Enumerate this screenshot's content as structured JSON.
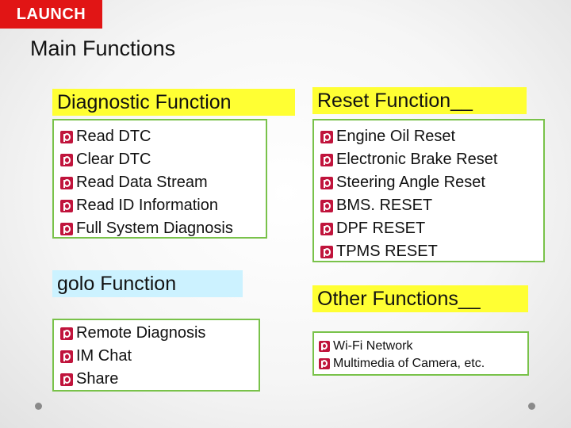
{
  "badge": "LAUNCH",
  "title": "Main Functions",
  "diagnostic": {
    "heading": "Diagnostic Function",
    "items": [
      "Read DTC",
      "Clear DTC",
      "Read Data Stream",
      "Read ID Information",
      "Full System Diagnosis"
    ]
  },
  "reset": {
    "heading": "Reset Function__",
    "items": [
      "Engine Oil Reset",
      "Electronic Brake Reset",
      "Steering Angle Reset",
      "BMS. RESET",
      "DPF RESET",
      "TPMS RESET"
    ]
  },
  "golo": {
    "heading": "golo Function",
    "items": [
      "Remote Diagnosis",
      "IM Chat",
      "Share"
    ]
  },
  "other": {
    "heading": "Other Functions__",
    "items": [
      "Wi-Fi Network",
      "Multimedia of Camera, etc."
    ]
  },
  "colors": {
    "badge": "#e11515",
    "highlight_yellow": "#ffff33",
    "highlight_blue": "#ccf2ff",
    "border_green": "#79c24a",
    "bullet": "#c0143c"
  },
  "icons": {
    "bullet": "p-bullet-icon"
  }
}
